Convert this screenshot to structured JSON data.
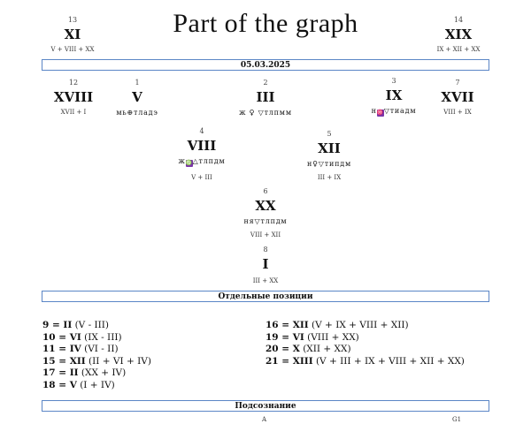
{
  "title": "Part of the graph",
  "date": "05.03.2025",
  "nodes": {
    "n13": {
      "num": "13",
      "roman": "XI",
      "formula": "V + VIII + XX"
    },
    "n14": {
      "num": "14",
      "roman": "XIX",
      "formula": "IX + XII + XX"
    },
    "n12": {
      "num": "12",
      "roman": "XVIII",
      "formula": "XVII + I"
    },
    "n1": {
      "num": "1",
      "roman": "V",
      "mark": "мь⊕тладэ"
    },
    "n2": {
      "num": "2",
      "roman": "III",
      "mark": "ж ♀ ▽тлпмм"
    },
    "n3": {
      "num": "3",
      "roman": "IX",
      "mark_pre": "н",
      "mark_box": "♓",
      "mark_post": "▽тиадм"
    },
    "n7": {
      "num": "7",
      "roman": "XVII",
      "formula": "VIII + IX"
    },
    "n4": {
      "num": "4",
      "roman": "VIII",
      "mark_pre": "ж",
      "mark_box": "♍",
      "mark_post": "△тлпдм",
      "formula": "V + III"
    },
    "n5": {
      "num": "5",
      "roman": "XII",
      "mark": "н♀▽типдм",
      "formula": "III + IX"
    },
    "n6": {
      "num": "6",
      "roman": "XX",
      "mark": "ня▽тлпдм",
      "formula": "VIII + XII"
    },
    "n8": {
      "num": "8",
      "roman": "I",
      "formula": "III + XX"
    }
  },
  "separate_positions": {
    "header": "Отдельные позиции",
    "left": [
      {
        "lhs": "9 = II",
        "rhs": " (V - III)"
      },
      {
        "lhs": "10 = VI",
        "rhs": " (IX - III)"
      },
      {
        "lhs": "11 = IV",
        "rhs": " (VI - II)"
      },
      {
        "lhs": "15 = XII",
        "rhs": " (II + VI + IV)"
      },
      {
        "lhs": "17 = II",
        "rhs": " (XX + IV)"
      },
      {
        "lhs": "18 = V",
        "rhs": " (I + IV)"
      }
    ],
    "right": [
      {
        "lhs": "16 = XII",
        "rhs": " (V + IX + VIII + XII)"
      },
      {
        "lhs": "19 = VI",
        "rhs": " (VIII + XX)"
      },
      {
        "lhs": "20 = X",
        "rhs": " (XII + XX)"
      },
      {
        "lhs": "21 = XIII",
        "rhs": " (V + III + IX + VIII + XII + XX)"
      }
    ]
  },
  "subconscious": {
    "header": "Подсознание",
    "col_a": "A",
    "col_g1": "G1"
  }
}
